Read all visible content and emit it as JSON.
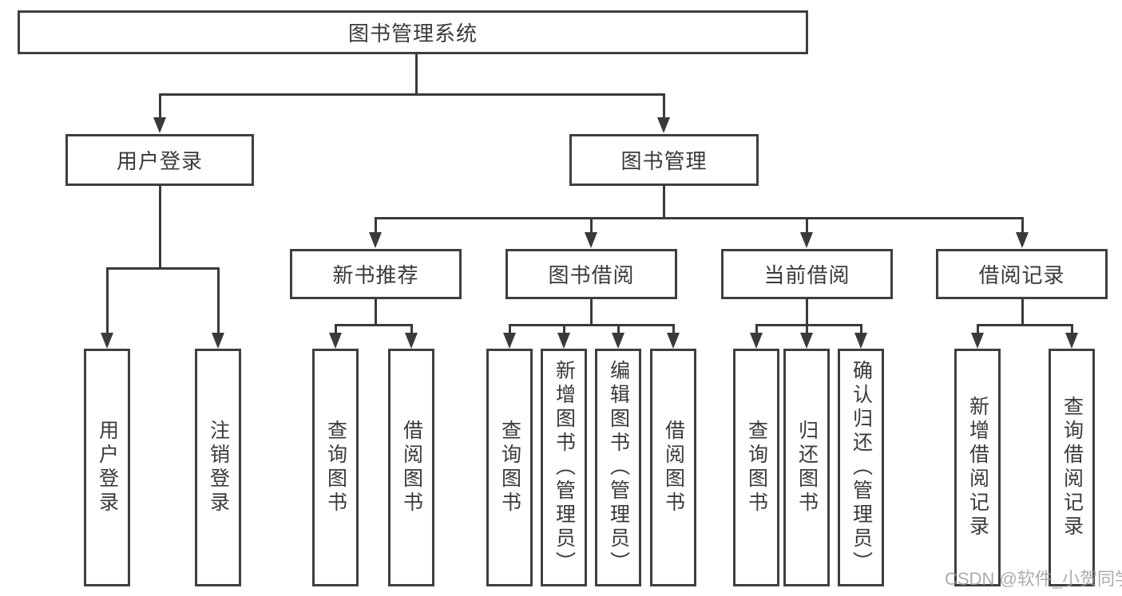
{
  "colors": {
    "line": "#3a3a3a",
    "box_border": "#3f3f3f",
    "text": "#3a3a3a",
    "background": "#ffffff",
    "watermark": "#9e9e9e"
  },
  "nodes": {
    "root": {
      "label": "图书管理系统"
    },
    "level2": {
      "user_login": {
        "label": "用户登录"
      },
      "book_mgmt": {
        "label": "图书管理"
      }
    },
    "level3": {
      "new_book_rec": {
        "label": "新书推荐"
      },
      "book_borrow": {
        "label": "图书借阅"
      },
      "current_borrow": {
        "label": "当前借阅"
      },
      "borrow_records": {
        "label": "借阅记录"
      }
    },
    "leaves": {
      "user_login": {
        "label": "用户登录"
      },
      "logout": {
        "label": "注销登录"
      },
      "nbr_query_books": {
        "label": "查询图书"
      },
      "nbr_borrow_books": {
        "label": "借阅图书"
      },
      "bb_query_books": {
        "label": "查询图书"
      },
      "bb_add_books": {
        "label": "新增图书（管理员）"
      },
      "bb_edit_books": {
        "label": "编辑图书（管理员）"
      },
      "bb_borrow_books": {
        "label": "借阅图书"
      },
      "cb_query_books": {
        "label": "查询图书"
      },
      "cb_return_books": {
        "label": "归还图书"
      },
      "cb_confirm_return": {
        "label": "确认归还（管理员）"
      },
      "br_add_record": {
        "label": "新增借阅记录"
      },
      "br_query_record": {
        "label": "查询借阅记录"
      }
    }
  },
  "watermark": {
    "text": "CSDN @软件_小贺同学"
  }
}
